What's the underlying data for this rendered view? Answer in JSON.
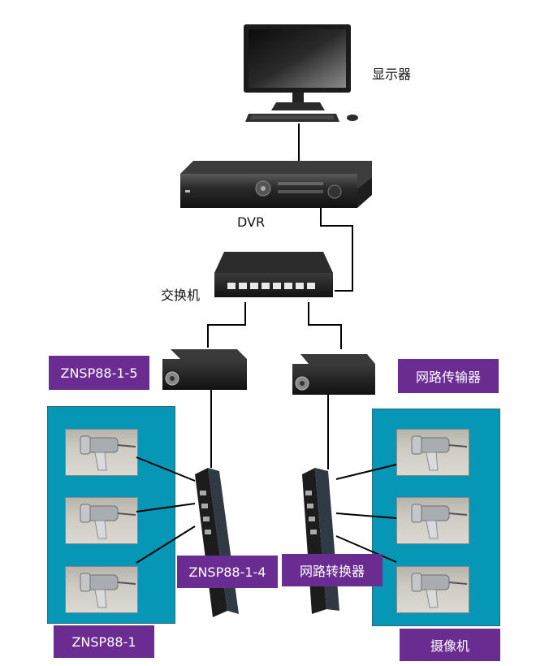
{
  "labels": {
    "monitor": "显示器",
    "dvr": "DVR",
    "switch": "交换机",
    "transmitter_left": "ZNSP88-1-5",
    "transmitter_right": "网路传输器",
    "converter_left": "ZNSP88-1-4",
    "converter_right": "网路转换器",
    "camera_group_left": "ZNSP88-1",
    "camera_group_right": "摄像机"
  },
  "colors": {
    "label_bg": "#6a2c91",
    "label_text": "#ffffff",
    "panel_bg": "#0797b6",
    "line": "#000000"
  },
  "icons": [
    "monitor-icon",
    "dvr-icon",
    "switch-icon",
    "transmitter-icon",
    "converter-icon",
    "camera-icon"
  ]
}
